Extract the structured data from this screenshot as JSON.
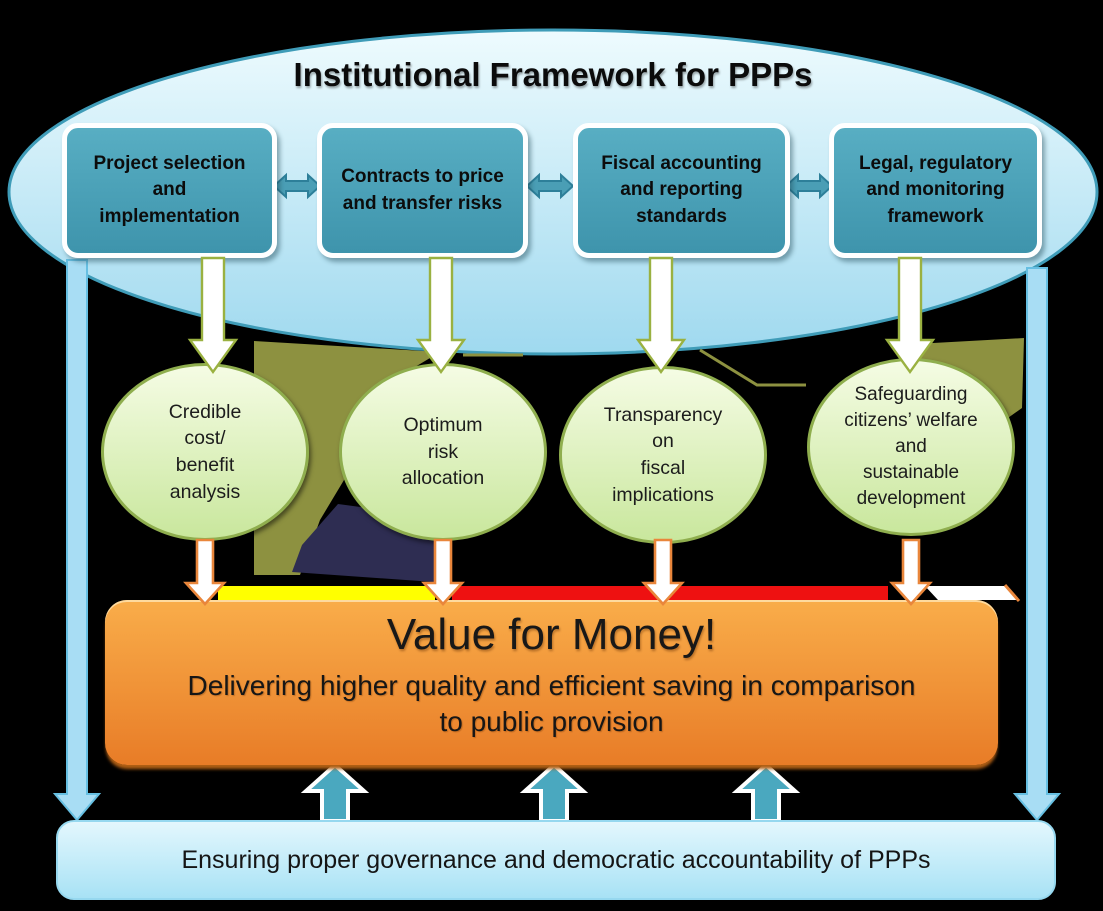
{
  "header": {
    "title": "Institutional Framework for PPPs"
  },
  "framework_boxes": [
    {
      "label": "Project selection\nand\nimplementation"
    },
    {
      "label": "Contracts to price\nand transfer risks"
    },
    {
      "label": "Fiscal accounting\nand reporting\nstandards"
    },
    {
      "label": "Legal, regulatory\nand monitoring\nframework"
    }
  ],
  "outcome_circles": [
    {
      "label": "Credible\ncost/\nbenefit\nanalysis"
    },
    {
      "label": "Optimum\nrisk\nallocation"
    },
    {
      "label": "Transparency\non\nfiscal\nimplications"
    },
    {
      "label": "Safeguarding\ncitizens’ welfare\nand\nsustainable\ndevelopment"
    }
  ],
  "value_box": {
    "title": "Value for Money!",
    "subtitle": "Delivering higher quality and efficient saving in comparison\nto public provision"
  },
  "bottom_bar": {
    "label": "Ensuring proper governance and democratic accountability of PPPs"
  },
  "icons": {
    "double_arrow": "two-headed horizontal arrow",
    "down_arrow": "downward flow arrow",
    "up_arrow": "upward flow arrow"
  },
  "colors": {
    "background": "#000000",
    "ink": "#101010",
    "ellipse_top": "#eefbfe",
    "ellipse_bottom": "#9fd9ef",
    "ellipse_border": "#3f9cb8",
    "box_top": "#58aec3",
    "box_bottom": "#3e94ac",
    "box_border": "#ffffff",
    "circle_top": "#f5fce4",
    "circle_bottom": "#c9e79d",
    "circle_border": "#8fae4e",
    "green_arrow": "#9ab141",
    "orange_arrow": "#e9863b",
    "value_top": "#f9ad4a",
    "value_bottom": "#e87c27",
    "value_edge": "#b05f14",
    "bar_top": "#e3f7fd",
    "bar_bottom": "#a8e2f5",
    "bar_border": "#96d8ef",
    "side_fill": "#a8ddf4",
    "side_border": "#66bfe2",
    "up_fill": "#4aa8bf",
    "dbl_fill": "#4a9eb5",
    "dbl_border": "#2d7f99",
    "olive": "#8d9140",
    "navy": "#2e2d52",
    "red": "#ee1111",
    "yellow": "#ffff00"
  }
}
